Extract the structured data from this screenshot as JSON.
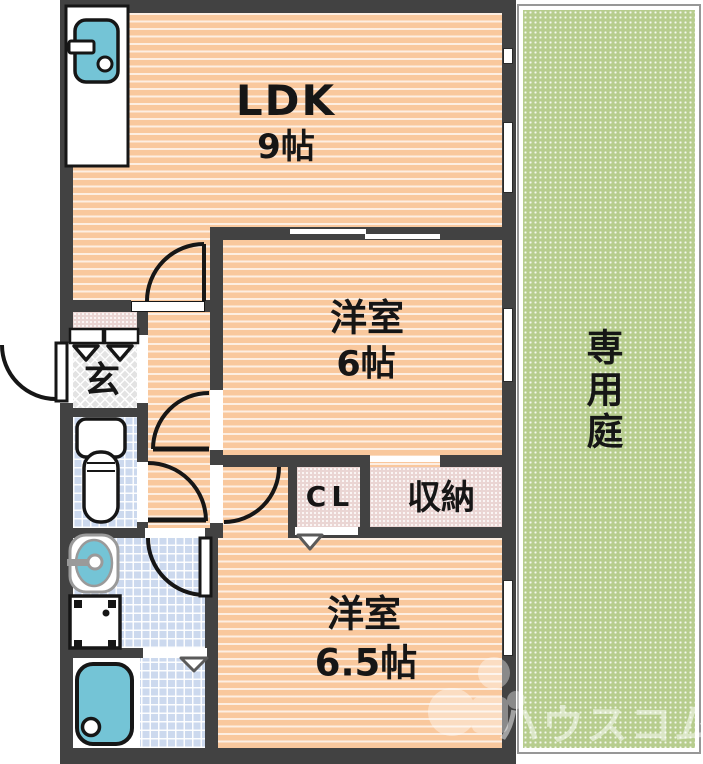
{
  "rooms": {
    "ldk": {
      "name": "LDK",
      "size": "9帖"
    },
    "western1": {
      "name": "洋室",
      "size": "6帖"
    },
    "western2": {
      "name": "洋室",
      "size": "6.5帖"
    },
    "entrance": {
      "label": "玄"
    },
    "closet": {
      "label": "CL"
    },
    "storage": {
      "label": "収納"
    },
    "garden": {
      "label": "専用庭"
    }
  },
  "watermark": {
    "text": "ハウスコム"
  },
  "colors": {
    "room_floor": "#f9c89d",
    "garden_green": "#b7cd8e",
    "wet_floor": "#ccd9ee",
    "closet_pink": "#ead5d3",
    "entrance_hatch": "#e3e3e3",
    "wall": "#424242",
    "fixture_blue": "#74c4d6"
  }
}
